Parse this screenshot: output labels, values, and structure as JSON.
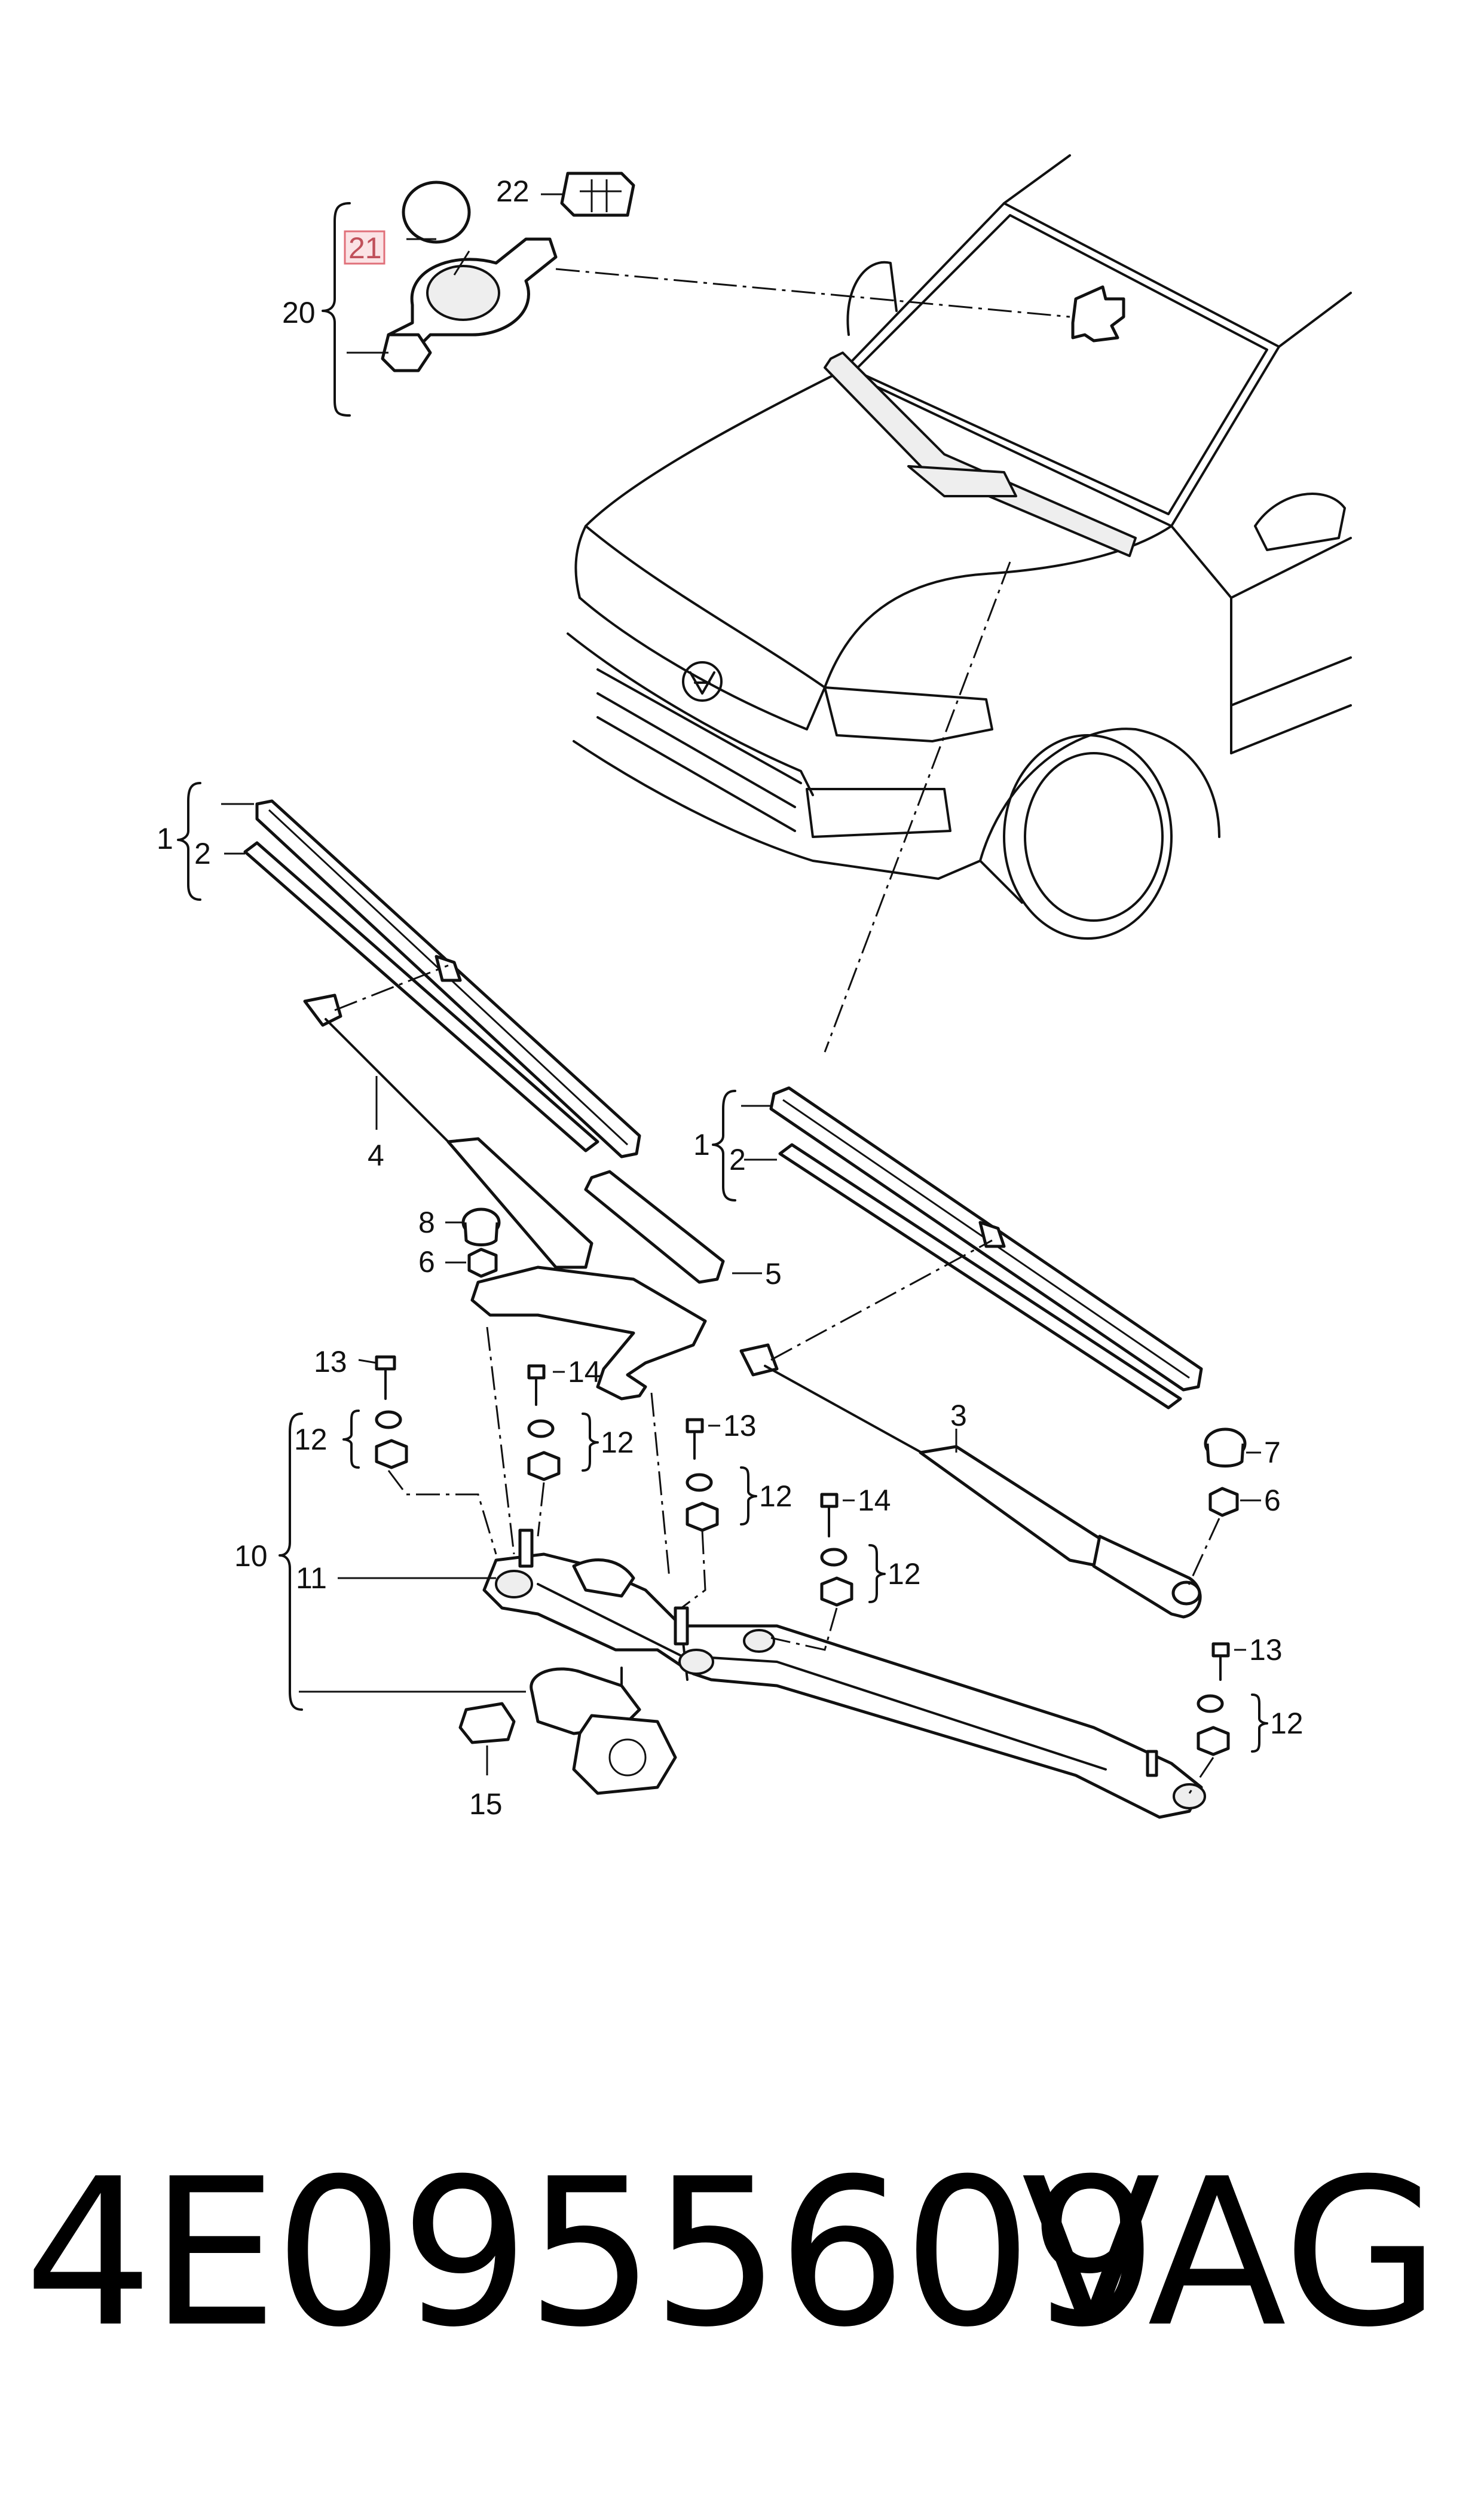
{
  "callouts": {
    "c1a": "1",
    "c2a": "2",
    "c1b": "1",
    "c2b": "2",
    "c3": "3",
    "c4": "4",
    "c5": "5",
    "c6a": "6",
    "c6b": "6",
    "c7": "7",
    "c8": "8",
    "c10": "10",
    "c11": "11",
    "c12a": "12",
    "c12b": "12",
    "c12c": "12",
    "c12d": "12",
    "c12e": "12",
    "c13a": "13",
    "c13b": "13",
    "c13c": "13",
    "c14a": "14",
    "c14b": "14",
    "c15": "15",
    "c20": "20",
    "c21": "21",
    "c22": "22"
  },
  "highlight": {
    "callout": "21",
    "color": "#e0707a",
    "fill": "#fbe3e5"
  },
  "footer": {
    "part_number": "4E0955609",
    "brand": "VAG"
  }
}
